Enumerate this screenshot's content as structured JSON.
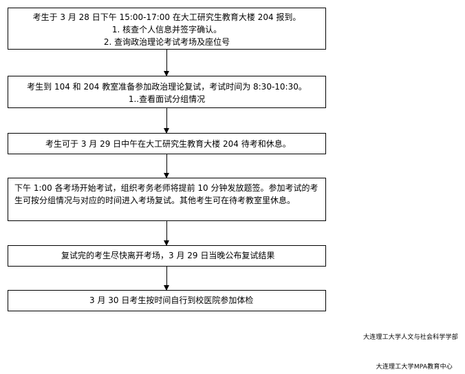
{
  "steps": [
    {
      "lines": [
        "考生于 3 月 28 日下午 15:00-17:00 在大工研究生教育大楼 204 报到。",
        "1.  核查个人信息并签字确认。",
        "2.  查询政治理论考试考场及座位号"
      ]
    },
    {
      "lines": [
        "考生到 104 和 204 教室准备参加政治理论复试，考试时间为 8:30-10:30。",
        "1..查看面试分组情况"
      ]
    },
    {
      "lines": [
        "考生可于 3 月 29 日中午在大工研究生教育大楼 204 待考和休息。"
      ]
    },
    {
      "lines": [
        "下午 1:00 各考场开始考试，组织考务老师将提前 10 分钟发放题签。参加考试的考",
        "生可按分组情况与对应的时间进入考场复试。其他考生可在待考教室里休息。"
      ]
    },
    {
      "lines": [
        "复试完的考生尽快离开考场，3 月 29 日当晚公布复试结果"
      ]
    },
    {
      "lines": [
        "3 月 30 日考生按时间自行到校医院参加体检"
      ]
    }
  ],
  "footer": {
    "line1": "大连理工大学人文与社会科学学部",
    "line2": "大连理工大学MPA教育中心"
  }
}
